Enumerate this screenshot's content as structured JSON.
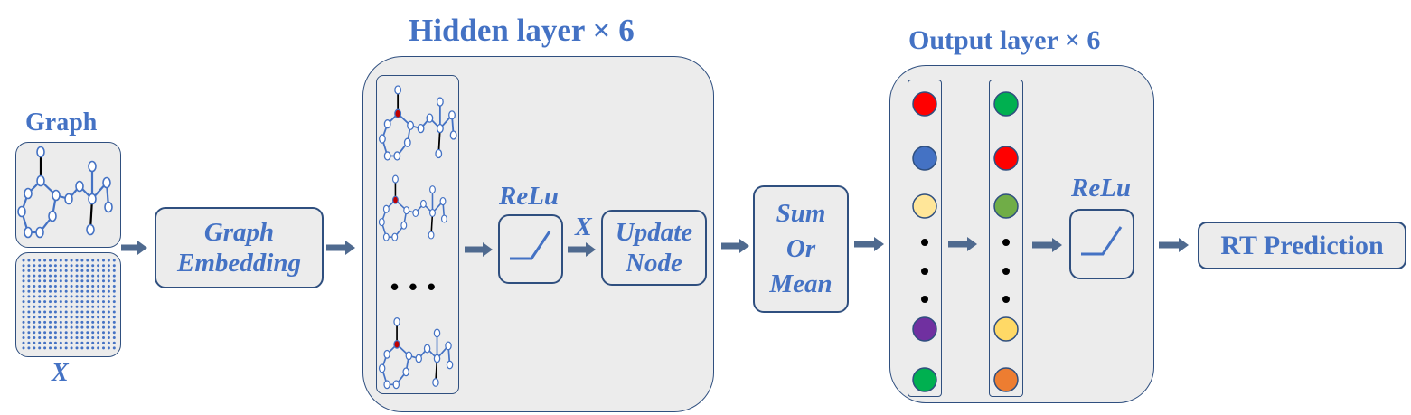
{
  "input": {
    "graph_title": "Graph",
    "x_label": "X"
  },
  "embedding": {
    "label_line1": "Graph",
    "label_line2": "Embedding"
  },
  "hidden": {
    "title": "Hidden layer × 6",
    "ellipsis": "• • •",
    "relu_label": "ReLu",
    "x_label": "X",
    "update_line1": "Update",
    "update_line2": "Node"
  },
  "pool": {
    "line1": "Sum",
    "line2": "Or",
    "line3": "Mean"
  },
  "output": {
    "title": "Output layer × 6",
    "relu_label": "ReLu",
    "col1_colors": [
      "#ff0000",
      "#4472c4",
      "#ffe699",
      "#7030a0",
      "#00b050"
    ],
    "col2_colors": [
      "#00b050",
      "#ff0000",
      "#70ad47",
      "#ffd966",
      "#ed7d31"
    ]
  },
  "result": {
    "label": "RT Prediction"
  }
}
